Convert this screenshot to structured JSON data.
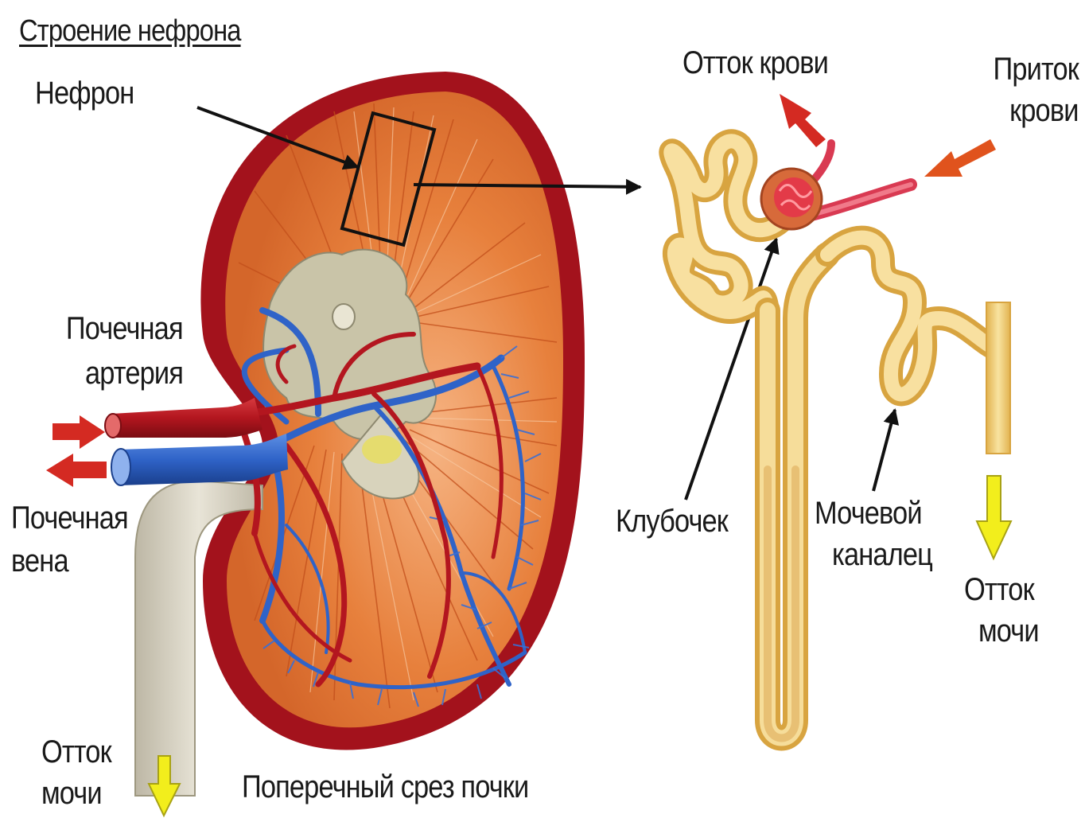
{
  "labels": {
    "title": "Строение нефрона",
    "nephron": "Нефрон",
    "blood_outflow": "Отток  крови",
    "blood_inflow_1": "Приток",
    "blood_inflow_2": "крови",
    "renal_artery_1": "Почечная",
    "renal_artery_2": "артерия",
    "renal_vein_1": "Почечная",
    "renal_vein_2": "вена",
    "glomerulus": "Клубочек",
    "tubule_1": "Мочевой",
    "tubule_2": "каналец",
    "urine_outflow_right_1": "Отток",
    "urine_outflow_right_2": "мочи",
    "urine_outflow_left_1": "Отток",
    "urine_outflow_left_2": "мочи",
    "cross_section": "Поперечный срез почки"
  },
  "colors": {
    "capsule": "#a3121c",
    "cortex": "#e8823d",
    "pelvis": "#c9c4a8",
    "artery": "#b3161f",
    "vein": "#2f63c8",
    "tubule": "#f4d47a",
    "tubule_edge": "#d8a440",
    "ureter": "#d9d4c4",
    "arrow_red": "#d42a22",
    "arrow_yellow": "#f2ee1c"
  }
}
